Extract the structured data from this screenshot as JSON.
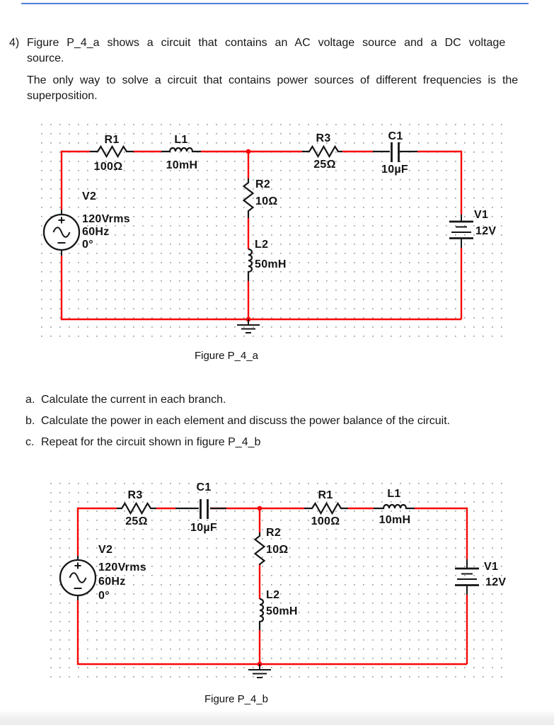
{
  "colors": {
    "wire_red": "#f80707",
    "component_black": "#151515",
    "grid_dot_gray": "#9b9b9b",
    "accent_rule_blue": "#4f81d8"
  },
  "header": {
    "number": "4)",
    "para1_line1": "Figure P_4_a shows a circuit that contains an AC voltage source and a DC voltage",
    "para1_line2": "source.",
    "para2_line1": "The only way to solve a circuit that contains power sources of different frequencies is the",
    "para2_line2": "superposition."
  },
  "questions": [
    {
      "label": "a.",
      "text": "Calculate the current in each branch."
    },
    {
      "label": "b.",
      "text": "Calculate the power in each element and discuss the power balance of the circuit."
    },
    {
      "label": "c.",
      "text": "Repeat for the circuit shown in figure P_4_b"
    }
  ],
  "figure_a": {
    "caption": "Figure P_4_a",
    "r1": {
      "name": "R1",
      "value": "100Ω"
    },
    "l1": {
      "name": "L1",
      "value": "10mH"
    },
    "r3": {
      "name": "R3",
      "value": "25Ω"
    },
    "c1": {
      "name": "C1",
      "value": "10µF"
    },
    "r2": {
      "name": "R2",
      "value": "10Ω"
    },
    "l2": {
      "name": "L2",
      "value": "50mH"
    },
    "v2": {
      "name": "V2",
      "line1": "120Vrms",
      "line2": "60Hz",
      "line3": "0°"
    },
    "v1": {
      "name": "V1",
      "value": "12V"
    }
  },
  "figure_b": {
    "caption": "Figure P_4_b",
    "r3": {
      "name": "R3",
      "value": "25Ω"
    },
    "c1": {
      "name": "C1",
      "value": "10µF"
    },
    "r1": {
      "name": "R1",
      "value": "100Ω"
    },
    "l1": {
      "name": "L1",
      "value": "10mH"
    },
    "r2": {
      "name": "R2",
      "value": "10Ω"
    },
    "l2": {
      "name": "L2",
      "value": "50mH"
    },
    "v2": {
      "name": "V2",
      "line1": "120Vrms",
      "line2": "60Hz",
      "line3": "0°"
    },
    "v1": {
      "name": "V1",
      "value": "12V"
    }
  }
}
